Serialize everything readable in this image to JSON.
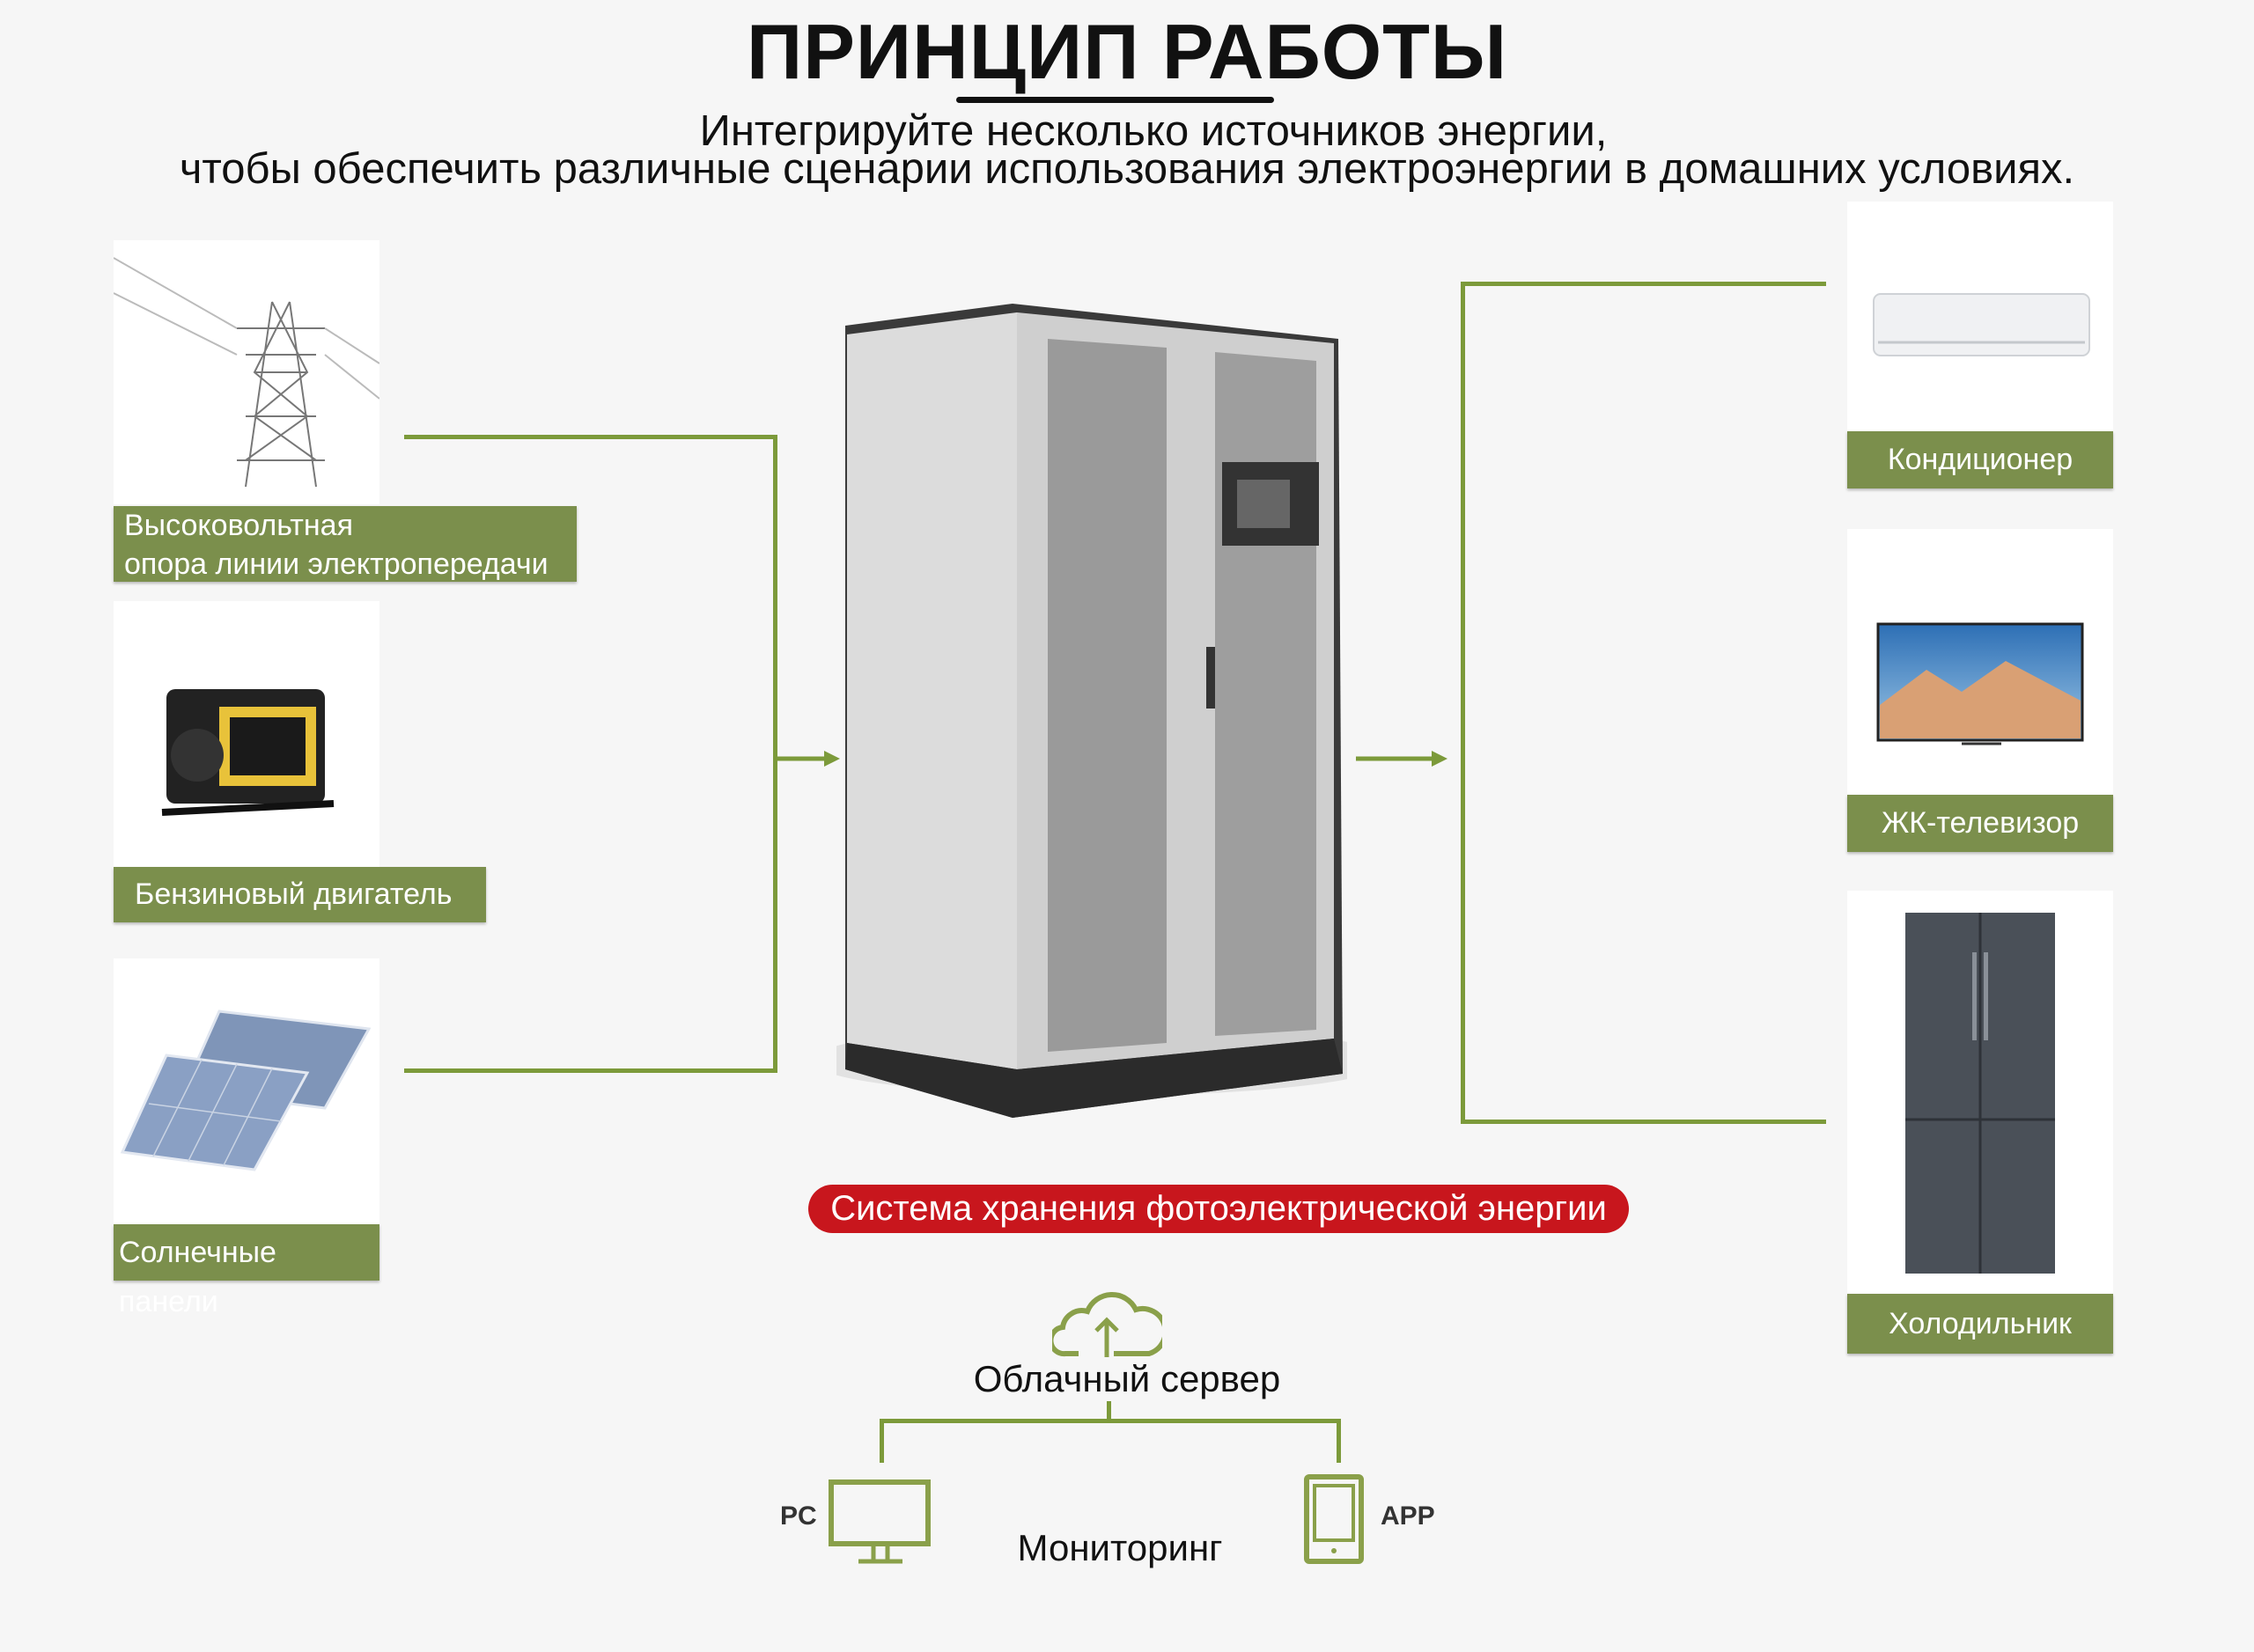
{
  "header": {
    "title": "ПРИНЦИП РАБОТЫ",
    "subtitle_line1": "Интегрируйте несколько источников энергии,",
    "subtitle_line2": "чтобы обеспечить различные сценарии использования электроэнергии в домашних условиях."
  },
  "sources": [
    {
      "label_line1": "Высоковольтная",
      "label_line2": "опора линии электропередачи",
      "icon": "power-tower"
    },
    {
      "label": "Бензиновый двигатель",
      "icon": "generator"
    },
    {
      "label": "Солнечные панели",
      "icon": "solar-panels"
    }
  ],
  "loads": [
    {
      "label": "Кондиционер",
      "icon": "air-conditioner"
    },
    {
      "label": "ЖК-телевизор",
      "icon": "lcd-tv"
    },
    {
      "label": "Холодильник",
      "icon": "refrigerator"
    }
  ],
  "system": {
    "label": "Система хранения фотоэлектрической энергии"
  },
  "monitoring": {
    "cloud_label": "Облачный сервер",
    "title": "Мониторинг",
    "pc_label": "PC",
    "app_label": "APP"
  },
  "colors": {
    "label_green": "#7b8f4c",
    "line_green": "#7c9a3a",
    "pill_red": "#c8161d",
    "background": "#f6f6f6"
  }
}
